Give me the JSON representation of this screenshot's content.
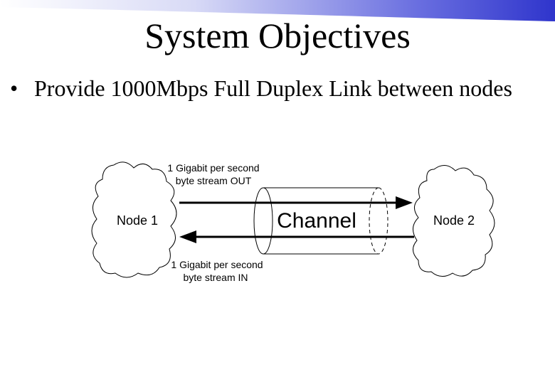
{
  "slide": {
    "title": "System Objectives",
    "bullet_symbol": "•",
    "bullets": [
      "Provide 1000Mbps Full Duplex Link between nodes"
    ]
  },
  "diagram": {
    "nodes": [
      {
        "label": "Node 1"
      },
      {
        "label": "Node 2"
      }
    ],
    "channel_label": "Channel",
    "streams": {
      "out": {
        "line1": "1 Gigabit per second",
        "line2": "byte stream OUT"
      },
      "in": {
        "line1": "1 Gigabit per second",
        "line2": "byte stream IN"
      }
    }
  },
  "colors": {
    "band_dark": "#3a3fd0",
    "band_light": "#ffffff",
    "text": "#000000",
    "stroke": "#000000"
  }
}
